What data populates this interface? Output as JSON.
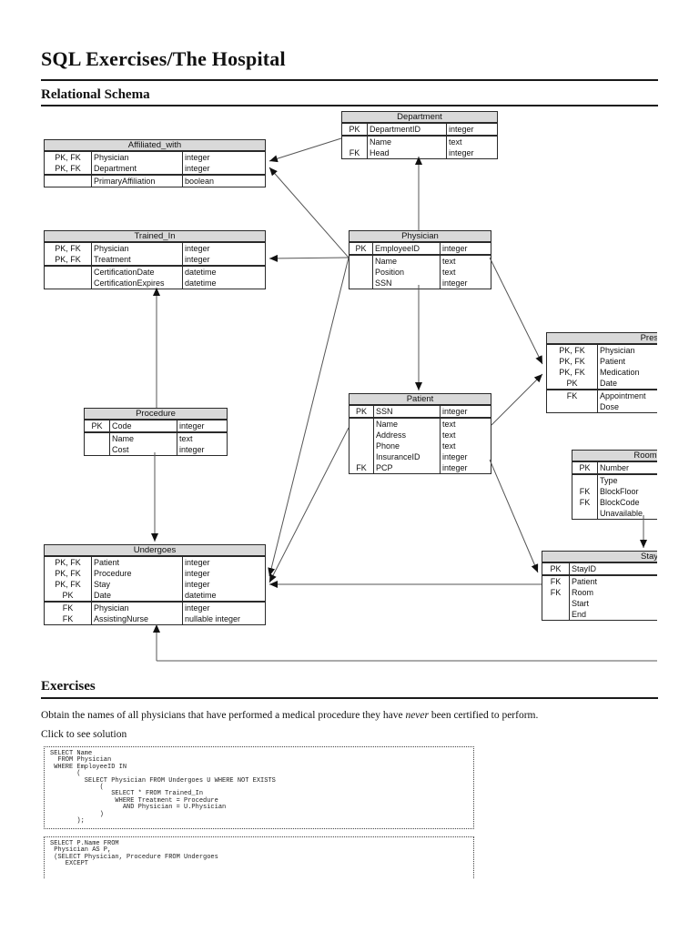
{
  "page": {
    "title": "SQL Exercises/The Hospital",
    "section_schema": "Relational Schema",
    "section_exercises": "Exercises",
    "exercise": {
      "before": "Obtain the names of all physicians that have performed a medical procedure they have ",
      "italic": "never",
      "after": " been certified to perform."
    },
    "solution_link": "Click to see solution"
  },
  "colors": {
    "table_header_bg": "#d9d9d9",
    "table_border": "#2a2a2a",
    "line": "#555555",
    "arrow": "#111111"
  },
  "schema": {
    "tables": [
      {
        "id": "department",
        "title": "Department",
        "separator_before": 1,
        "rows": [
          {
            "key": "PK",
            "name": "DepartmentID",
            "type": "integer"
          },
          {
            "key": "",
            "name": "Name",
            "type": "text"
          },
          {
            "key": "FK",
            "name": "Head",
            "type": "integer"
          }
        ]
      },
      {
        "id": "affiliated_with",
        "title": "Affiliated_with",
        "separator_before": 2,
        "rows": [
          {
            "key": "PK, FK",
            "name": "Physician",
            "type": "integer"
          },
          {
            "key": "PK, FK",
            "name": "Department",
            "type": "integer"
          },
          {
            "key": "",
            "name": "PrimaryAffiliation",
            "type": "boolean"
          }
        ]
      },
      {
        "id": "trained_in",
        "title": "Trained_In",
        "separator_before": 2,
        "rows": [
          {
            "key": "PK, FK",
            "name": "Physician",
            "type": "integer"
          },
          {
            "key": "PK, FK",
            "name": "Treatment",
            "type": "integer"
          },
          {
            "key": "",
            "name": "CertificationDate",
            "type": "datetime"
          },
          {
            "key": "",
            "name": "CertificationExpires",
            "type": "datetime"
          }
        ]
      },
      {
        "id": "physician",
        "title": "Physician",
        "separator_before": 1,
        "rows": [
          {
            "key": "PK",
            "name": "EmployeeID",
            "type": "integer"
          },
          {
            "key": "",
            "name": "Name",
            "type": "text"
          },
          {
            "key": "",
            "name": "Position",
            "type": "text"
          },
          {
            "key": "",
            "name": "SSN",
            "type": "integer"
          }
        ]
      },
      {
        "id": "prescribes",
        "title": "Prescribes",
        "separator_before": 4,
        "rows": [
          {
            "key": "PK, FK",
            "name": "Physician",
            "type": ""
          },
          {
            "key": "PK, FK",
            "name": "Patient",
            "type": ""
          },
          {
            "key": "PK, FK",
            "name": "Medication",
            "type": ""
          },
          {
            "key": "PK",
            "name": "Date",
            "type": ""
          },
          {
            "key": "FK",
            "name": "Appointment",
            "type": ""
          },
          {
            "key": "",
            "name": "Dose",
            "type": ""
          }
        ]
      },
      {
        "id": "procedure",
        "title": "Procedure",
        "separator_before": 1,
        "rows": [
          {
            "key": "PK",
            "name": "Code",
            "type": "integer"
          },
          {
            "key": "",
            "name": "Name",
            "type": "text"
          },
          {
            "key": "",
            "name": "Cost",
            "type": "integer"
          }
        ]
      },
      {
        "id": "patient",
        "title": "Patient",
        "separator_before": 1,
        "rows": [
          {
            "key": "PK",
            "name": "SSN",
            "type": "integer"
          },
          {
            "key": "",
            "name": "Name",
            "type": "text"
          },
          {
            "key": "",
            "name": "Address",
            "type": "text"
          },
          {
            "key": "",
            "name": "Phone",
            "type": "text"
          },
          {
            "key": "",
            "name": "InsuranceID",
            "type": "integer"
          },
          {
            "key": "FK",
            "name": "PCP",
            "type": "integer"
          }
        ]
      },
      {
        "id": "room",
        "title": "Room",
        "separator_before": 1,
        "rows": [
          {
            "key": "PK",
            "name": "Number",
            "type": ""
          },
          {
            "key": "",
            "name": "Type",
            "type": ""
          },
          {
            "key": "FK",
            "name": "BlockFloor",
            "type": ""
          },
          {
            "key": "FK",
            "name": "BlockCode",
            "type": ""
          },
          {
            "key": "",
            "name": "Unavailable",
            "type": ""
          }
        ]
      },
      {
        "id": "stay",
        "title": "Stay",
        "separator_before": 1,
        "rows": [
          {
            "key": "PK",
            "name": "StayID",
            "type": ""
          },
          {
            "key": "FK",
            "name": "Patient",
            "type": ""
          },
          {
            "key": "FK",
            "name": "Room",
            "type": ""
          },
          {
            "key": "",
            "name": "Start",
            "type": ""
          },
          {
            "key": "",
            "name": "End",
            "type": ""
          }
        ]
      },
      {
        "id": "undergoes",
        "title": "Undergoes",
        "separator_before": 4,
        "rows": [
          {
            "key": "PK, FK",
            "name": "Patient",
            "type": "integer"
          },
          {
            "key": "PK, FK",
            "name": "Procedure",
            "type": "integer"
          },
          {
            "key": "PK, FK",
            "name": "Stay",
            "type": "integer"
          },
          {
            "key": "PK",
            "name": "Date",
            "type": "datetime"
          },
          {
            "key": "FK",
            "name": "Physician",
            "type": "integer"
          },
          {
            "key": "FK",
            "name": "AssistingNurse",
            "type": "nullable integer"
          }
        ]
      }
    ]
  },
  "code_blocks": [
    {
      "lines": [
        "SELECT Name",
        "  FROM Physician",
        " WHERE EmployeeID IN",
        "       (",
        "         SELECT Physician FROM Undergoes U WHERE NOT EXISTS",
        "             (",
        "                SELECT * FROM Trained_In",
        "                 WHERE Treatment = Procedure",
        "                   AND Physician = U.Physician",
        "             )",
        "       );"
      ]
    },
    {
      "lines": [
        "SELECT P.Name FROM",
        " Physician AS P,",
        " (SELECT Physician, Procedure FROM Undergoes",
        "    EXCEPT"
      ]
    }
  ]
}
